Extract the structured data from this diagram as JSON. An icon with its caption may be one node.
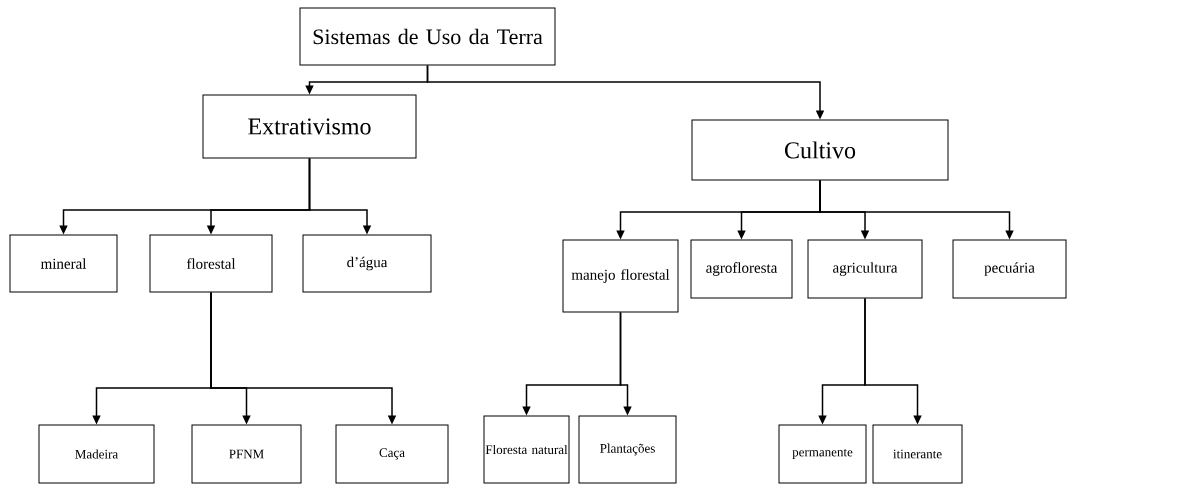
{
  "diagram": {
    "nodes": [
      {
        "text": [
          "Sistemas de Uso da Terra"
        ]
      },
      {
        "text": [
          "Extrativismo"
        ]
      },
      {
        "text": [
          "Cultivo"
        ]
      },
      {
        "text": [
          "mineral"
        ]
      },
      {
        "text": [
          "florestal"
        ]
      },
      {
        "text": [
          "d’água"
        ]
      },
      {
        "text": [
          "Madeira"
        ]
      },
      {
        "text": [
          "PFNM"
        ]
      },
      {
        "text": [
          "Caça"
        ]
      },
      {
        "text": [
          "manejo florestal"
        ]
      },
      {
        "text": [
          "agrofloresta"
        ]
      },
      {
        "text": [
          "agricultura"
        ]
      },
      {
        "text": [
          "pecuária"
        ]
      },
      {
        "text": [
          "Floresta natural"
        ]
      },
      {
        "text": [
          "Plantações"
        ]
      },
      {
        "text": [
          "permanente"
        ]
      },
      {
        "text": [
          "itinerante"
        ]
      }
    ],
    "edges": [
      {
        "from": 0,
        "to": 1,
        "arrow": "to"
      },
      {
        "from": 0,
        "to": 2,
        "arrow": "to"
      },
      {
        "from": 1,
        "to": 3,
        "arrow": "to"
      },
      {
        "from": 1,
        "to": 4,
        "arrow": "to"
      },
      {
        "from": 1,
        "to": 5,
        "arrow": "to"
      },
      {
        "from": 4,
        "to": 6,
        "arrow": "to"
      },
      {
        "from": 4,
        "to": 7,
        "arrow": "to"
      },
      {
        "from": 4,
        "to": 8,
        "arrow": "to"
      },
      {
        "from": 2,
        "to": 9,
        "arrow": "to"
      },
      {
        "from": 2,
        "to": 10,
        "arrow": "to"
      },
      {
        "from": 2,
        "to": 11,
        "arrow": "to"
      },
      {
        "from": 2,
        "to": 12,
        "arrow": "to"
      },
      {
        "from": 9,
        "to": 13,
        "arrow": "to"
      },
      {
        "from": 9,
        "to": 14,
        "arrow": "to"
      },
      {
        "from": 11,
        "to": 15,
        "arrow": "to"
      },
      {
        "from": 11,
        "to": 16,
        "arrow": "to"
      }
    ]
  }
}
